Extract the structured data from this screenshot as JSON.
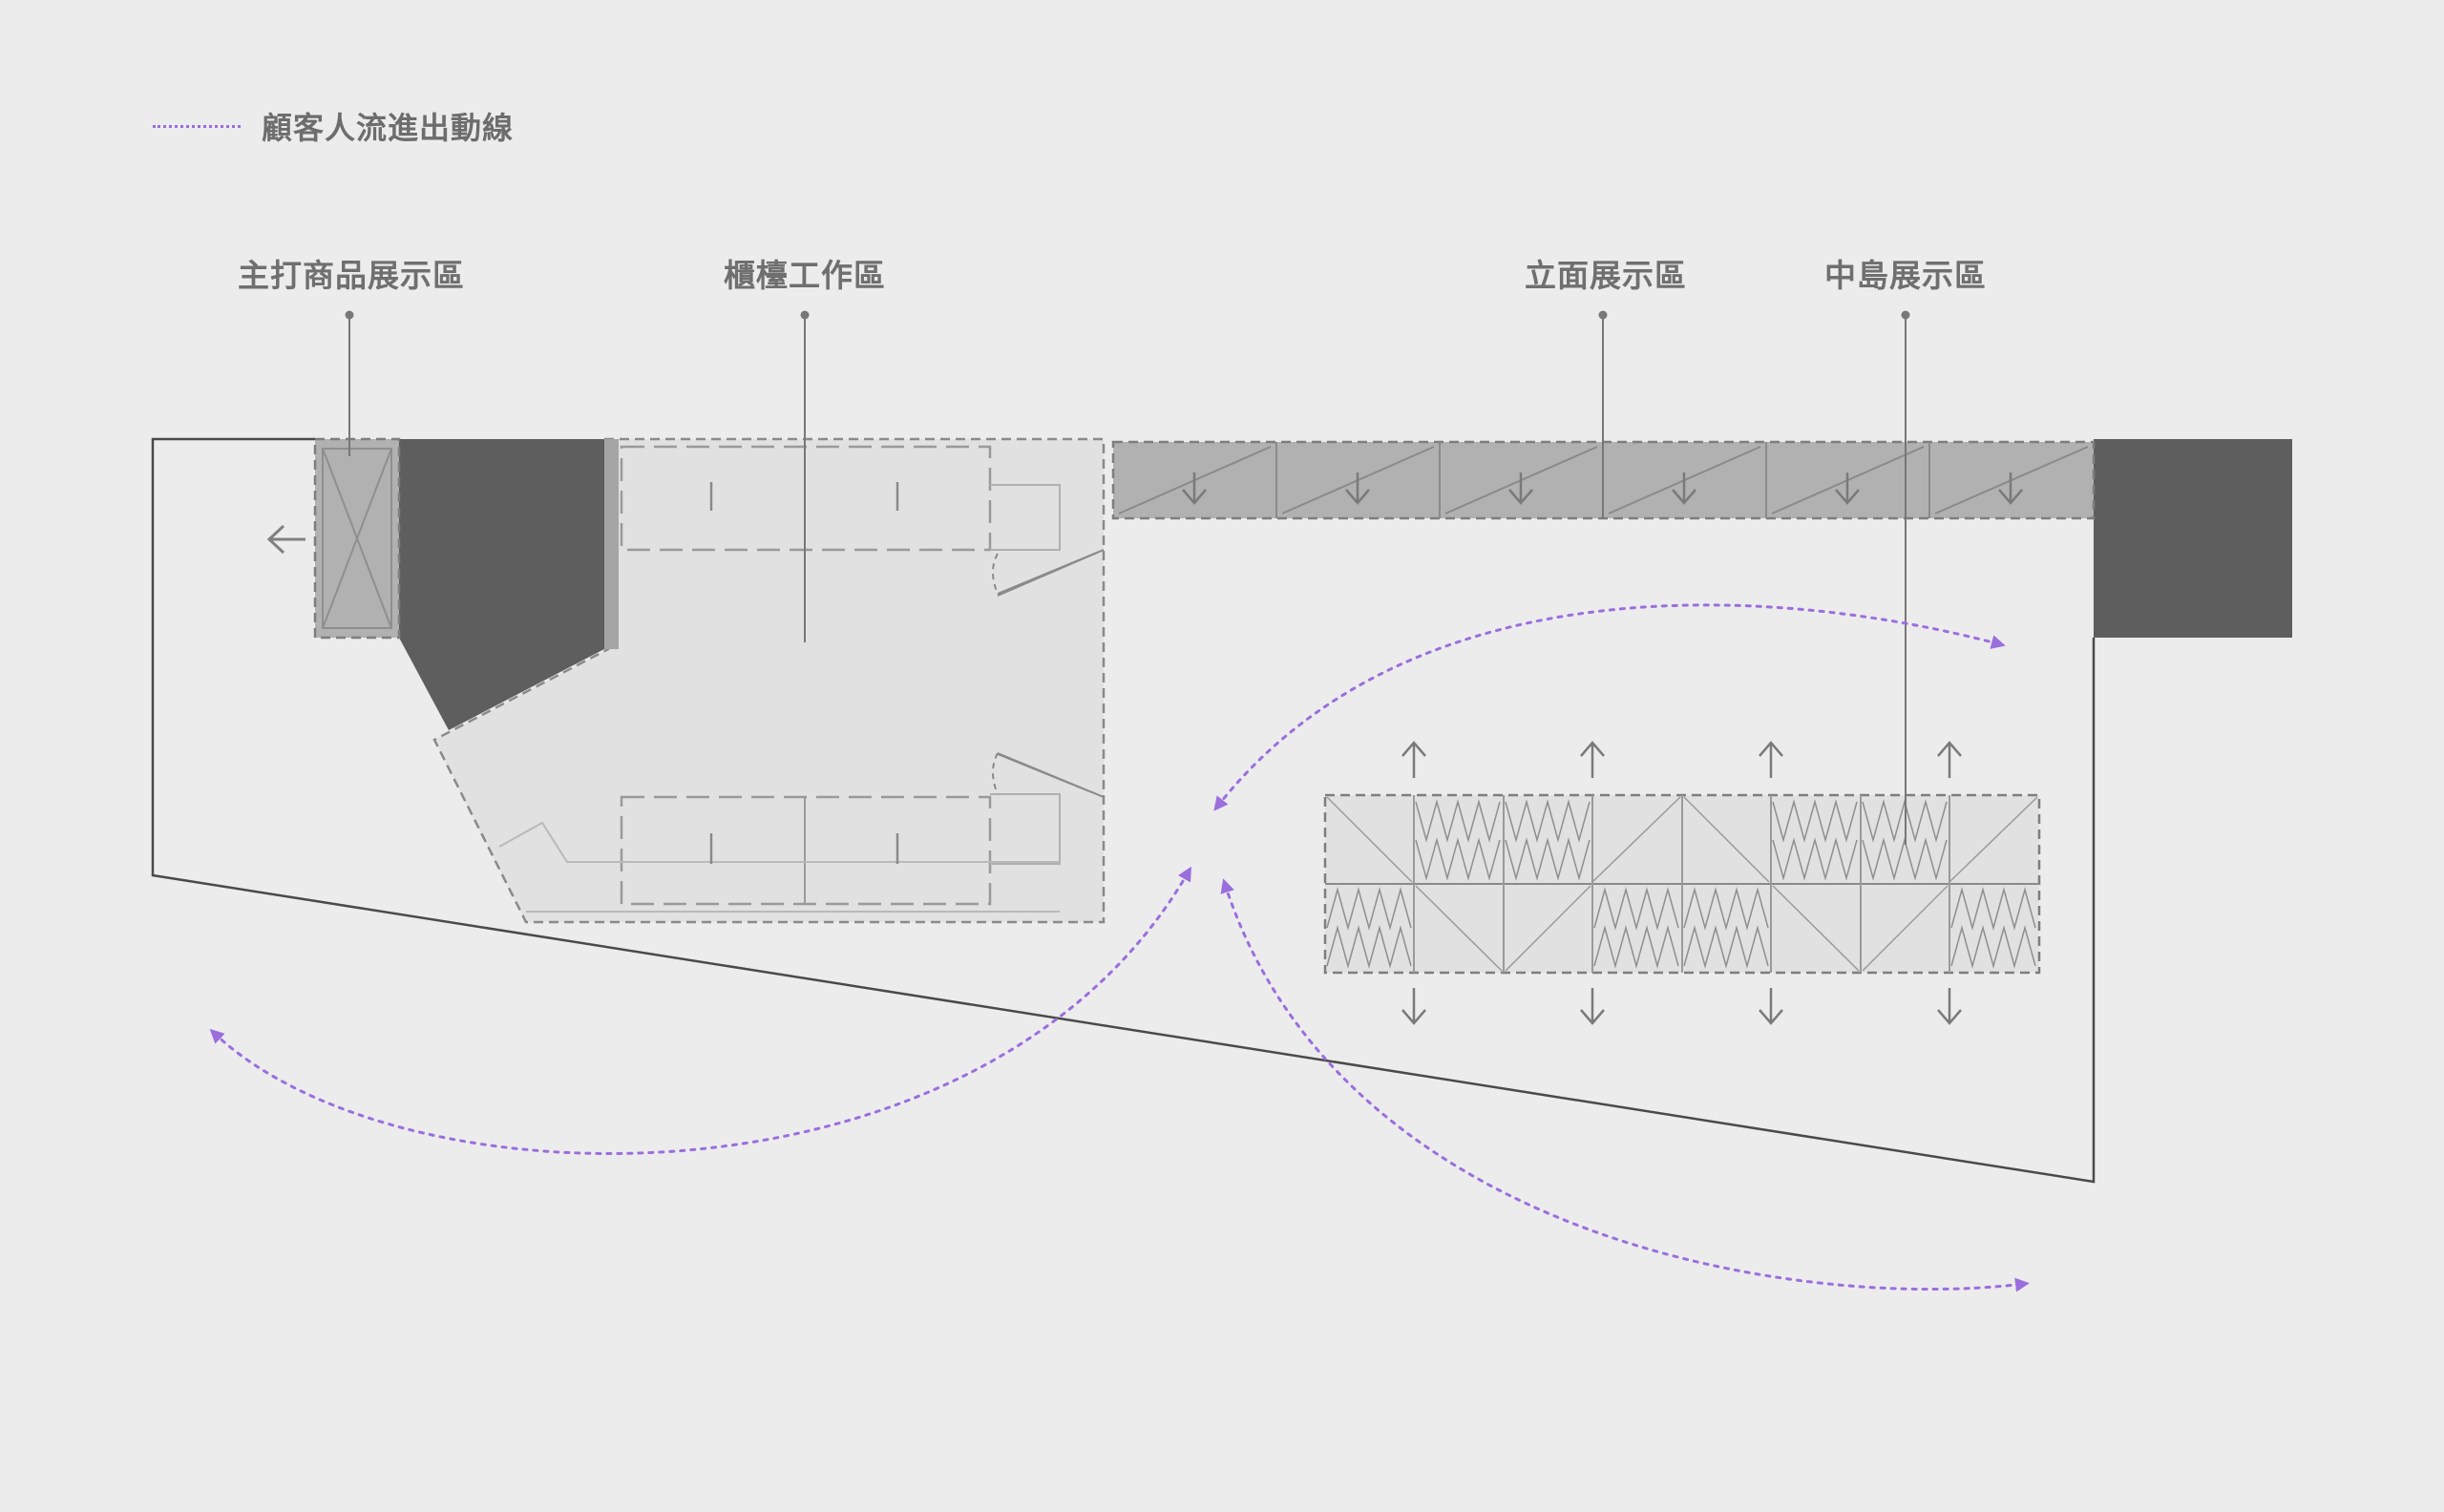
{
  "legend": {
    "flow_label": "顧客人流進出動線",
    "flow_color": "#9a6fdc"
  },
  "zones": {
    "featured": "主打商品展示區",
    "counter": "櫃檯工作區",
    "wall": "立面展示區",
    "island": "中島展示區"
  },
  "icons": {
    "exit": "arrow-left-icon",
    "shelf_down": "arrow-down-icon",
    "shelf_up": "arrow-up-icon"
  },
  "colors": {
    "background": "#ececed",
    "wall_dark": "#5e5e5f",
    "counter_fill": "#e1e1e2",
    "wall_shelf_fill": "#b1b1b2",
    "line": "#4a4a4a",
    "label": "#6f6f6f"
  }
}
